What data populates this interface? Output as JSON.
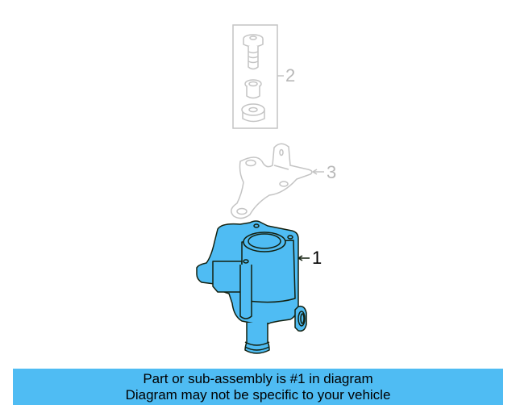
{
  "diagram": {
    "callouts": [
      {
        "number": "2",
        "part": "bolt-bushing-set",
        "highlighted": false
      },
      {
        "number": "3",
        "part": "mounting-bracket",
        "highlighted": false
      },
      {
        "number": "1",
        "part": "water-pump",
        "highlighted": true
      }
    ],
    "colors": {
      "highlight_fill": "#4fbcf3",
      "highlight_outline": "#1a3a10",
      "ghost_outline": "#c0c0c0",
      "banner_bg": "#4fbcf3"
    }
  },
  "banner": {
    "line1": "Part or sub-assembly is #1 in diagram",
    "line2": "Diagram may not be specific to your vehicle"
  }
}
